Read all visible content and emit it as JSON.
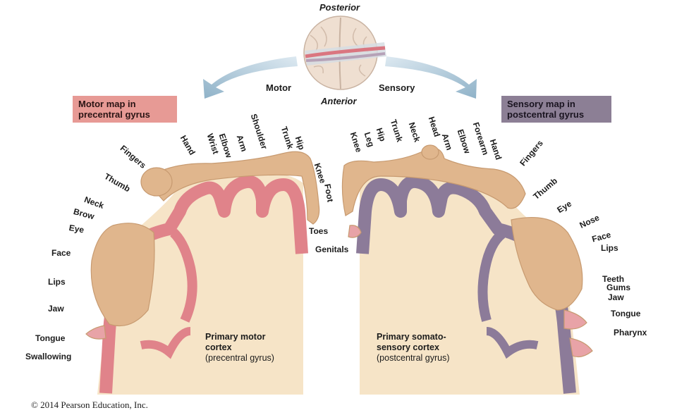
{
  "orientation": {
    "posterior": "Posterior",
    "anterior": "Anterior",
    "motor": "Motor",
    "sensory": "Sensory"
  },
  "motor_map": {
    "title_line1": "Motor map in",
    "title_line2": "precentral gyrus",
    "color": "#e79a95"
  },
  "sensory_map": {
    "title_line1": "Sensory map in",
    "title_line2": "postcentral gyrus",
    "color": "#8c7f95"
  },
  "motor_cortex_label": {
    "line1": "Primary motor",
    "line2": "cortex",
    "line3": "(precentral gyrus)"
  },
  "sensory_cortex_label": {
    "line1": "Primary somato-",
    "line2": "sensory cortex",
    "line3": "(postcentral gyrus)"
  },
  "motor_parts": [
    "Toes",
    "Genitals",
    "Foot",
    "Knee",
    "Hip",
    "Trunk",
    "Shoulder",
    "Arm",
    "Elbow",
    "Wrist",
    "Hand",
    "Fingers",
    "Thumb",
    "Neck",
    "Brow",
    "Eye",
    "Face",
    "Lips",
    "Jaw",
    "Tongue",
    "Swallowing"
  ],
  "sensory_parts": [
    "Knee",
    "Leg",
    "Hip",
    "Trunk",
    "Neck",
    "Head",
    "Arm",
    "Elbow",
    "Forearm",
    "Hand",
    "Fingers",
    "Thumb",
    "Eye",
    "Nose",
    "Face",
    "Lips",
    "Teeth",
    "Gums",
    "Jaw",
    "Tongue",
    "Pharynx"
  ],
  "copyright": "© 2014 Pearson Education, Inc.",
  "colors": {
    "motor": "#e4858a",
    "sensory": "#8a7a99",
    "cortex_fill": "#f5e2c4",
    "skin": "#e1b98f",
    "arrow": "#a8c4d6"
  }
}
